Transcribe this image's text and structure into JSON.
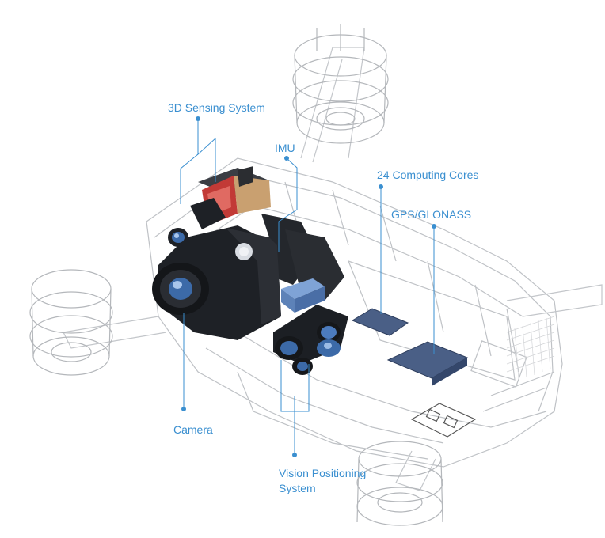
{
  "labels": {
    "sensing": "3D Sensing System",
    "imu": "IMU",
    "cores": "24 Computing Cores",
    "gps": "GPS/GLONASS",
    "camera": "Camera",
    "vision_line1": "Vision Positioning",
    "vision_line2": "System"
  },
  "colors": {
    "accent": "#3a8fd0",
    "wireframe": "#b9bcc0",
    "dark_body": "#1e2126",
    "chip": "#4a5f86",
    "red_module": "#c23a36"
  }
}
